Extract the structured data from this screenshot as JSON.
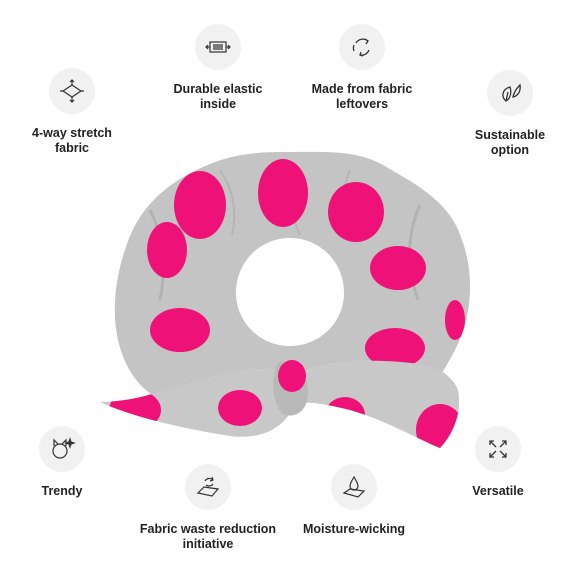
{
  "features": {
    "stretch": {
      "icon": "stretch-fabric-icon",
      "label": "4-way stretch\nfabric"
    },
    "elastic": {
      "icon": "elastic-icon",
      "label": "Durable elastic\ninside"
    },
    "leftovers": {
      "icon": "recycle-icon",
      "label": "Made from fabric\nleftovers"
    },
    "sustainable": {
      "icon": "leaf-icon",
      "label": "Sustainable\noption"
    },
    "trendy": {
      "icon": "cat-sparkle-icon",
      "label": "Trendy"
    },
    "waste": {
      "icon": "fabric-recycle-icon",
      "label": "Fabric waste reduction\ninitiative"
    },
    "moisture": {
      "icon": "droplet-fabric-icon",
      "label": "Moisture-wicking"
    },
    "versatile": {
      "icon": "expand-arrows-icon",
      "label": "Versatile"
    }
  },
  "product": {
    "name": "polka-dot-scrunchie",
    "fabric_color": "#c4c4c4",
    "dot_color": "#ee1177"
  }
}
